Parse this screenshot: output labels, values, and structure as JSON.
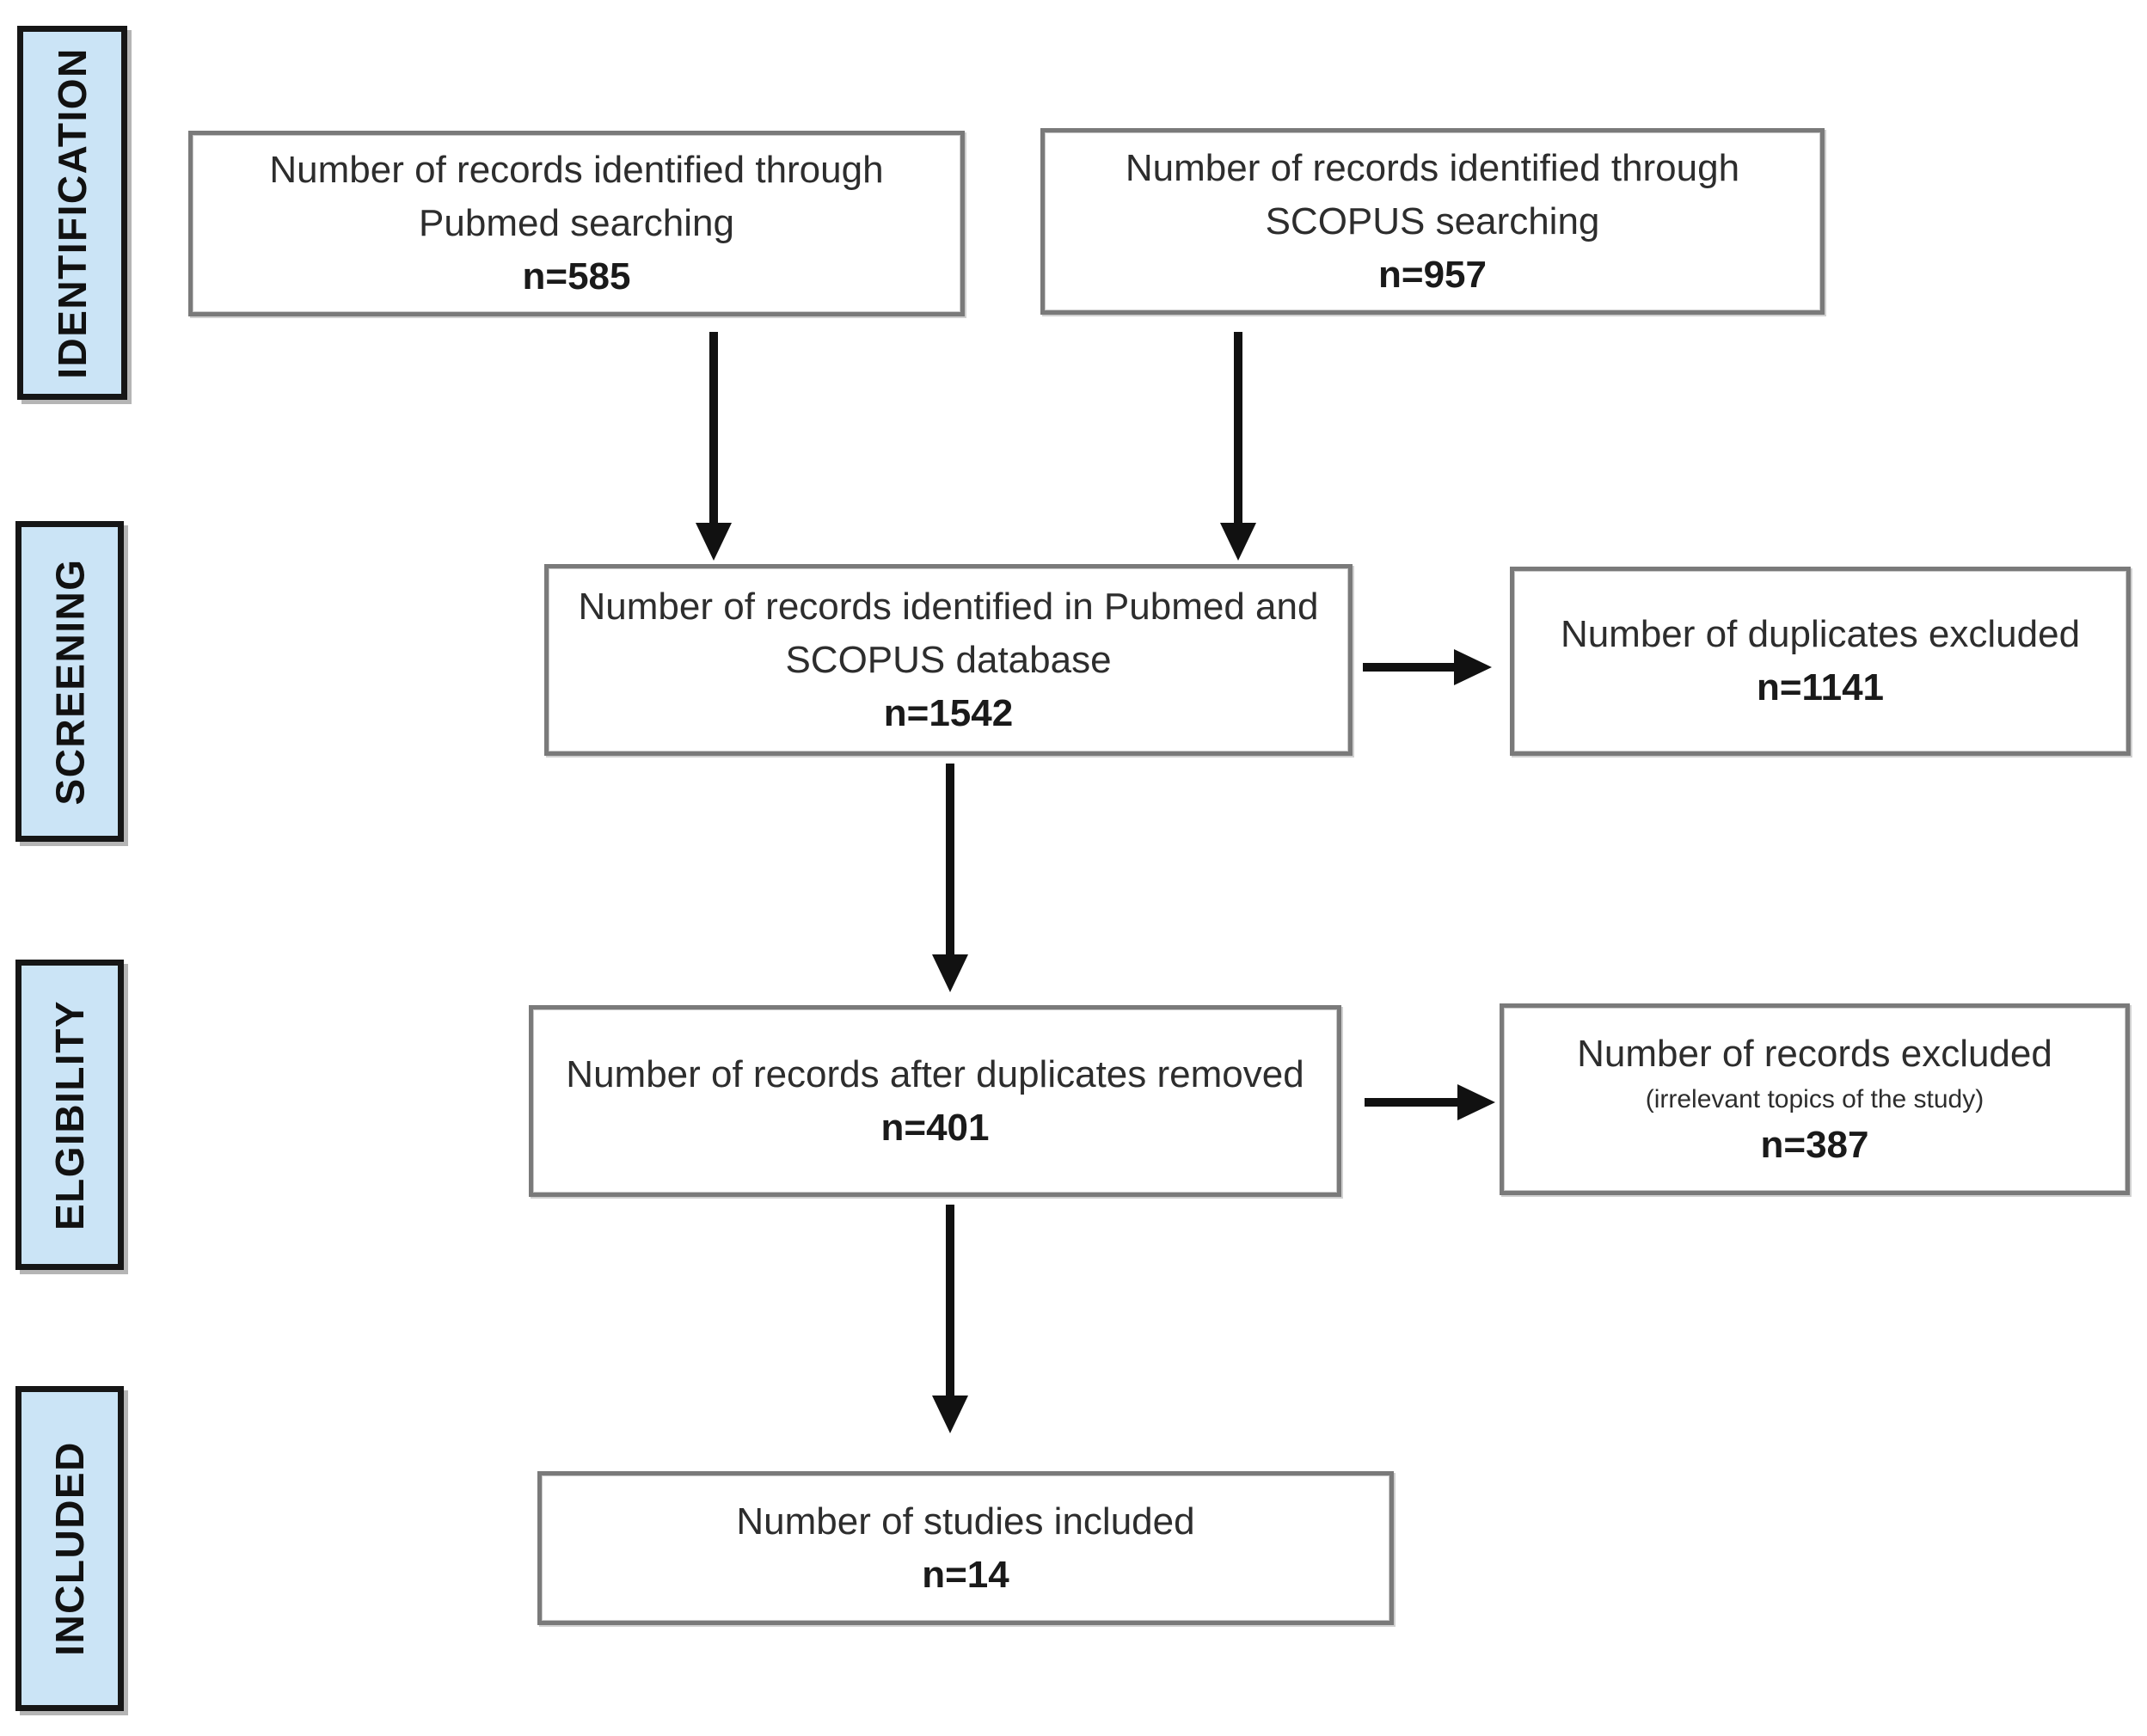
{
  "stages": {
    "identification": "IDENTIFICATION",
    "screening": "SCREENING",
    "eligibility": "ELGIBILITY",
    "included": "INCLUDED"
  },
  "boxes": {
    "pubmed": {
      "line1": "Number of records identified through",
      "line2": "Pubmed searching",
      "count": "n=585"
    },
    "scopus": {
      "line1": "Number of records identified through",
      "line2": "SCOPUS searching",
      "count": "n=957"
    },
    "combined": {
      "line1": "Number of records identified in Pubmed and",
      "line2": "SCOPUS database",
      "count": "n=1542"
    },
    "duplicates_excluded": {
      "line1": "Number of duplicates excluded",
      "count": "n=1141"
    },
    "after_duplicates": {
      "line1": "Number of records after duplicates removed",
      "count": "n=401"
    },
    "records_excluded": {
      "line1": "Number of records excluded",
      "line2": "(irrelevant topics of the study)",
      "count": "n=387"
    },
    "studies_included": {
      "line1": "Number of studies included",
      "count": "n=14"
    }
  },
  "colors": {
    "stage_fill": "#cbe4f6",
    "stage_border": "#161616",
    "box_border": "#7a7a7a",
    "box_fill": "#ffffff",
    "arrow": "#111111",
    "text": "#2d2d2d"
  }
}
